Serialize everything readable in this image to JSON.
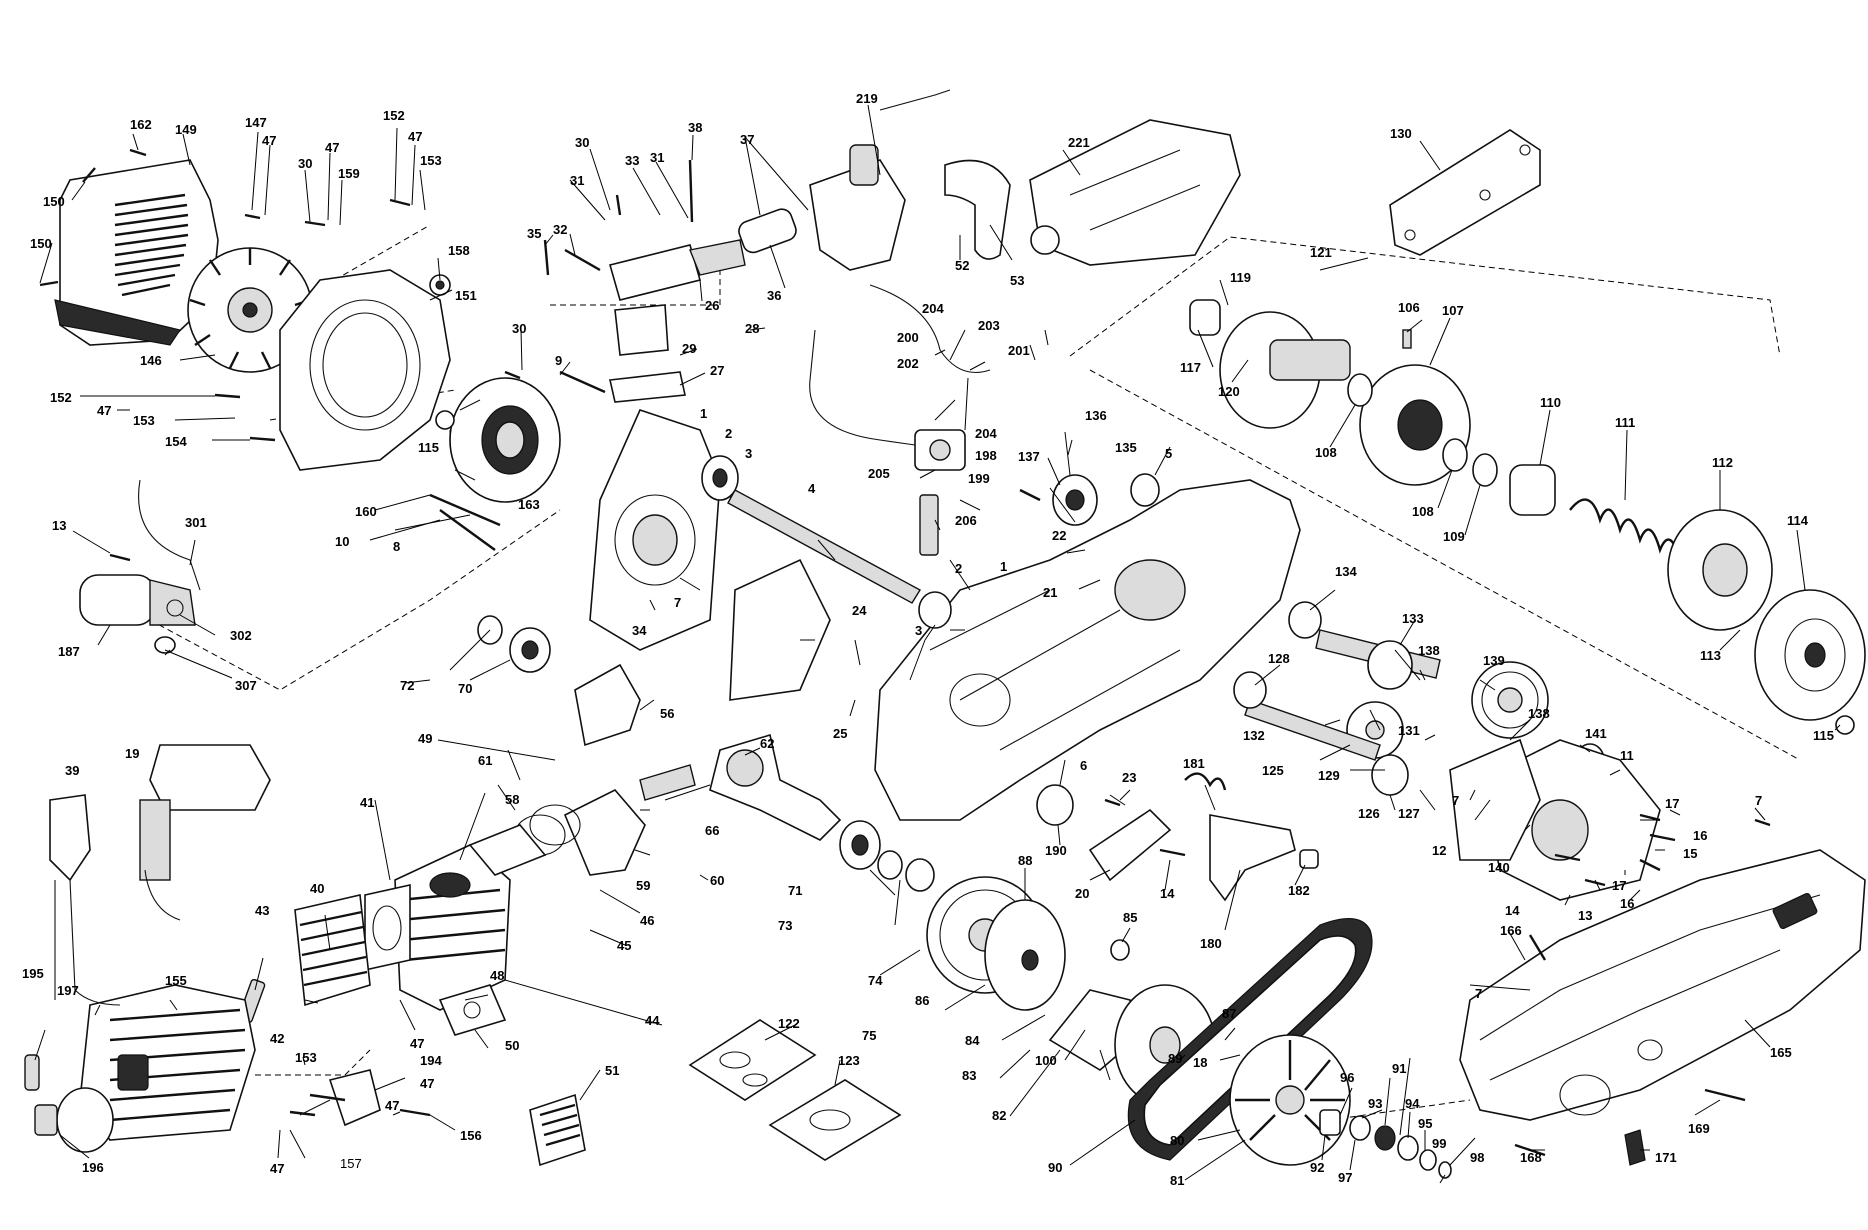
{
  "labels": {
    "l1": "1",
    "l1b": "1",
    "l2": "2",
    "l2b": "2",
    "l3": "3",
    "l3b": "3",
    "l4": "4",
    "l5": "5",
    "l6": "6",
    "l7a": "7",
    "l7b": "7",
    "l7c": "7",
    "l7d": "7",
    "l8": "8",
    "l9": "9",
    "l10": "10",
    "l11": "11",
    "l12": "12",
    "l13a": "13",
    "l13b": "13",
    "l14a": "14",
    "l14b": "14",
    "l15": "15",
    "l16a": "16",
    "l16b": "16",
    "l17a": "17",
    "l17b": "17",
    "l18": "18",
    "l19": "19",
    "l20": "20",
    "l21": "21",
    "l22": "22",
    "l23": "23",
    "l24": "24",
    "l25": "25",
    "l26": "26",
    "l27": "27",
    "l28": "28",
    "l29": "29",
    "l30a": "30",
    "l30b": "30",
    "l30c": "30",
    "l31a": "31",
    "l31b": "31",
    "l32": "32",
    "l33": "33",
    "l34": "34",
    "l35": "35",
    "l36": "36",
    "l37": "37",
    "l38": "38",
    "l39": "39",
    "l40": "40",
    "l41": "41",
    "l42": "42",
    "l43": "43",
    "l44": "44",
    "l45": "45",
    "l46": "46",
    "l47a": "47",
    "l47b": "47",
    "l47c": "47",
    "l47d": "47",
    "l47e": "47",
    "l47f": "47",
    "l47g": "47",
    "l47h": "47",
    "l48": "48",
    "l49": "49",
    "l50": "50",
    "l51": "51",
    "l52": "52",
    "l53": "53",
    "l56": "56",
    "l58": "58",
    "l59": "59",
    "l60": "60",
    "l61": "61",
    "l62": "62",
    "l66": "66",
    "l70": "70",
    "l71": "71",
    "l72": "72",
    "l73": "73",
    "l74": "74",
    "l75": "75",
    "l80": "80",
    "l81": "81",
    "l82": "82",
    "l83": "83",
    "l84": "84",
    "l85": "85",
    "l86": "86",
    "l87": "87",
    "l88": "88",
    "l89": "89",
    "l90": "90",
    "l91": "91",
    "l92": "92",
    "l93": "93",
    "l94": "94",
    "l95": "95",
    "l96": "96",
    "l97": "97",
    "l98": "98",
    "l99": "99",
    "l100": "100",
    "l106": "106",
    "l107": "107",
    "l108a": "108",
    "l108b": "108",
    "l109": "109",
    "l110": "110",
    "l111": "111",
    "l112": "112",
    "l113": "113",
    "l114": "114",
    "l115a": "115",
    "l115b": "115",
    "l117": "117",
    "l119": "119",
    "l120": "120",
    "l121": "121",
    "l122": "122",
    "l123": "123",
    "l125": "125",
    "l126": "126",
    "l127": "127",
    "l128": "128",
    "l129": "129",
    "l130": "130",
    "l131": "131",
    "l132": "132",
    "l133": "133",
    "l134": "134",
    "l135": "135",
    "l136": "136",
    "l137": "137",
    "l138a": "138",
    "l138b": "138",
    "l139": "139",
    "l140": "140",
    "l141": "141",
    "l146": "146",
    "l147": "147",
    "l149": "149",
    "l150a": "150",
    "l150b": "150",
    "l151": "151",
    "l152a": "152",
    "l152b": "152",
    "l153a": "153",
    "l153b": "153",
    "l153c": "153",
    "l154": "154",
    "l155": "155",
    "l156": "156",
    "l157": "157",
    "l158": "158",
    "l159": "159",
    "l160": "160",
    "l162": "162",
    "l163": "163",
    "l165": "165",
    "l166": "166",
    "l168": "168",
    "l169": "169",
    "l171": "171",
    "l180": "180",
    "l181": "181",
    "l182": "182",
    "l187": "187",
    "l190": "190",
    "l194": "194",
    "l195": "195",
    "l196": "196",
    "l197": "197",
    "l198": "198",
    "l199": "199",
    "l200": "200",
    "l201": "201",
    "l202": "202",
    "l203": "203",
    "l204a": "204",
    "l204b": "204",
    "l205": "205",
    "l206": "206",
    "l219": "219",
    "l221": "221",
    "l301": "301",
    "l302": "302",
    "l307": "307"
  }
}
